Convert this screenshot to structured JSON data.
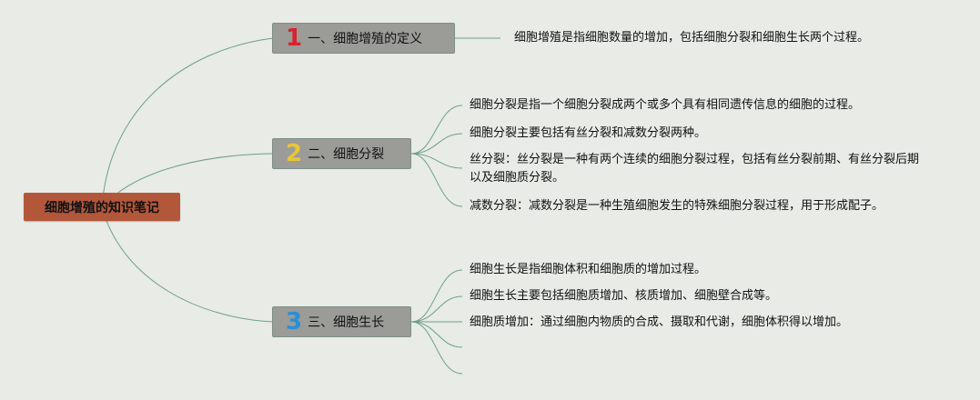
{
  "root": {
    "label": "细胞增殖的知识笔记"
  },
  "branches": [
    {
      "number": "1",
      "number_color": "#d8222f",
      "label": "一、细胞增殖的定义",
      "notes": [
        "细胞增殖是指细胞数量的增加，包括细胞分裂和细胞生长两个过程。"
      ]
    },
    {
      "number": "2",
      "number_color": "#e7c63a",
      "label": "二、细胞分裂",
      "notes": [
        "细胞分裂是指一个细胞分裂成两个或多个具有相同遗传信息的细胞的过程。",
        "细胞分裂主要包括有丝分裂和减数分裂两种。",
        "丝分裂：丝分裂是一种有两个连续的细胞分裂过程，包括有丝分裂前期、有丝分裂后期以及细胞质分裂。",
        "减数分裂：减数分裂是一种生殖细胞发生的特殊细胞分裂过程，用于形成配子。"
      ]
    },
    {
      "number": "3",
      "number_color": "#2a8fd8",
      "label": "三、细胞生长",
      "notes": [
        "细胞生长是指细胞体积和细胞质的增加过程。",
        "细胞生长主要包括细胞质增加、核质增加、细胞壁合成等。",
        "细胞质增加：通过细胞内物质的合成、摄取和代谢，细胞体积得以增加。",
        "",
        ""
      ]
    }
  ],
  "colors": {
    "link": "#6f9e8a",
    "background": "#e8ebe6",
    "root": "#b3573b",
    "branch": "#9b9b97"
  }
}
